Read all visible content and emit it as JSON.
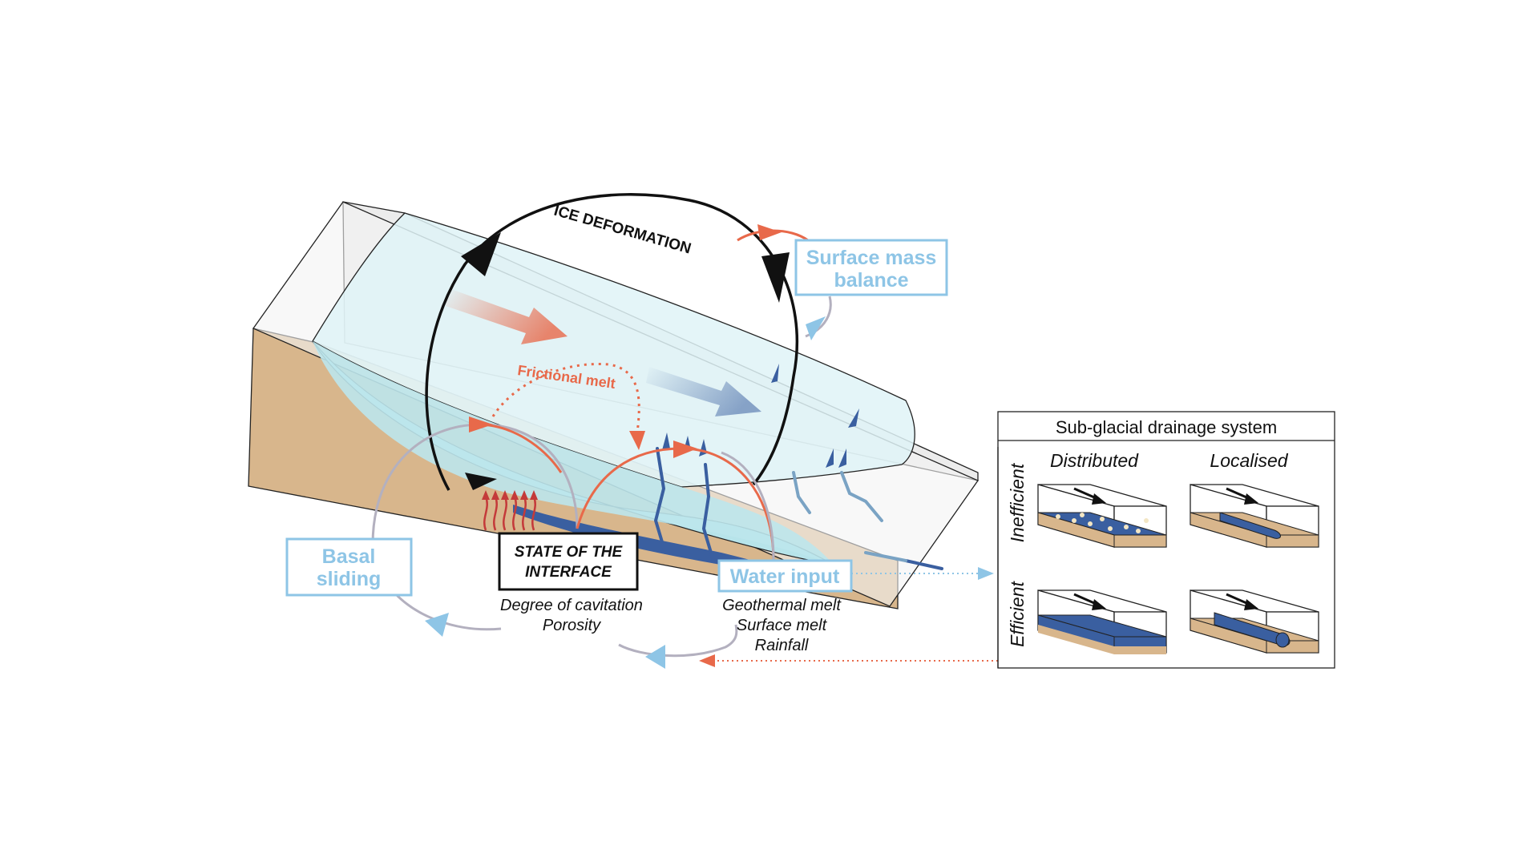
{
  "diagram": {
    "ice_deformation": "ICE DEFORMATION",
    "frictional_melt": "Frictional melt",
    "surface_mass_balance": [
      "Surface mass",
      "balance"
    ],
    "basal_sliding": [
      "Basal",
      "sliding"
    ],
    "state_of_interface": [
      "STATE OF THE",
      "INTERFACE"
    ],
    "interface_props": [
      "Degree of cavitation",
      "Porosity"
    ],
    "water_input": "Water input",
    "water_sources": [
      "Geothermal melt",
      "Surface melt",
      "Rainfall"
    ]
  },
  "panel": {
    "title": "Sub-glacial drainage system",
    "col_labels": [
      "Distributed",
      "Localised"
    ],
    "row_labels": [
      "Inefficient",
      "Efficient"
    ]
  },
  "colors": {
    "bedrock": "#d8b68c",
    "ice_light": "#dff3f7",
    "ice_water": "#b7e4ea",
    "label_blue": "#8ec5e6",
    "accent_red": "#e8694a",
    "water_dark": "#3a5fa0",
    "arrow_grey": "#b3b0bf"
  }
}
